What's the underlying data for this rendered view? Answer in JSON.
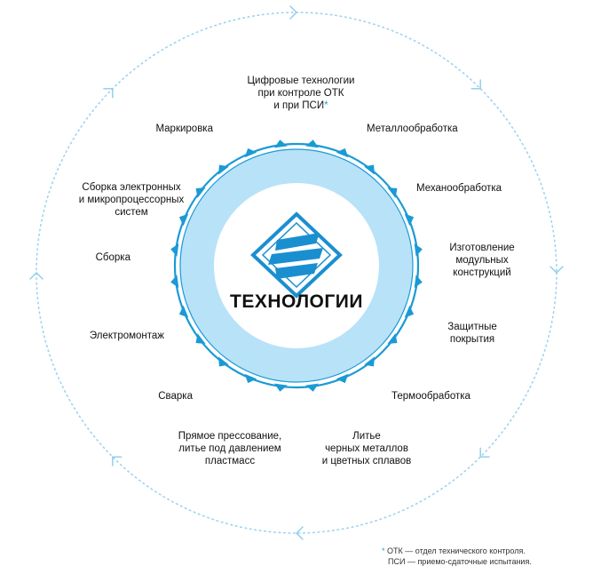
{
  "center": {
    "title": "ТЕХНОЛОГИИ",
    "logo_icon": "company-logo-icon"
  },
  "labels": {
    "digital": [
      "Цифровые технологии",
      "при контроле ОТК",
      "и при ПСИ"
    ],
    "digital_asterisk": "*",
    "metal": "Металлообработка",
    "mech": "Механообработка",
    "modular": [
      "Изготовление",
      "модульных",
      "конструкций"
    ],
    "protective": [
      "Защитные",
      "покрытия"
    ],
    "thermo": "Термообработка",
    "casting": [
      "Литье",
      "черных металлов",
      "и цветных сплавов"
    ],
    "pressing": [
      "Прямое прессование,",
      "литье под давлением",
      "пластмасс"
    ],
    "welding": "Сварка",
    "electro": "Электромонтаж",
    "assembly": "Сборка",
    "electronics": [
      "Сборка электронных",
      "и микропроцессорных",
      "систем"
    ],
    "marking": "Маркировка"
  },
  "footnote": {
    "marker": "*",
    "line1": "ОТК — отдел технического контроля.",
    "line2": "ПСИ — приемо-сдаточные испытания."
  },
  "colors": {
    "ring_fill": "#b8e2f8",
    "ring_stroke": "#1a9ad6",
    "accent": "#1aa0d8",
    "logo": "#1a8fd0",
    "dotted_circle": "#9dd3f0"
  }
}
